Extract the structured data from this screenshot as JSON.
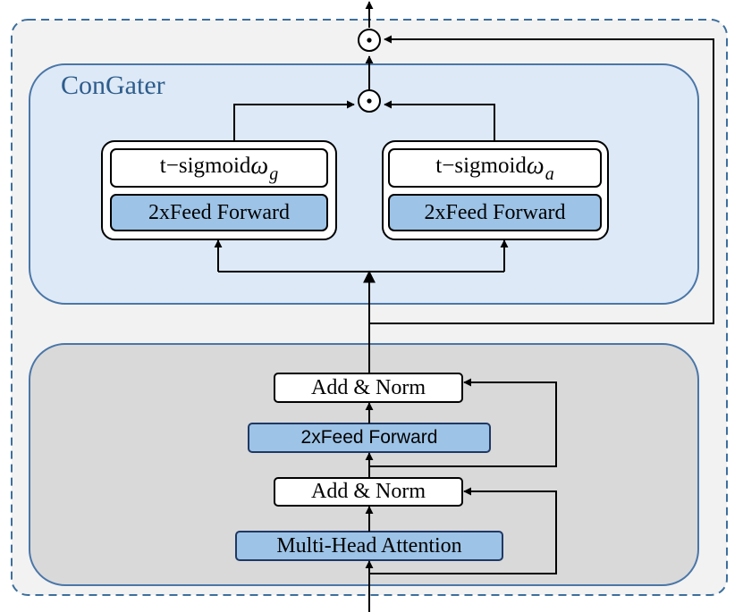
{
  "congater": {
    "title": "ConGater",
    "gate_g": {
      "func": "t−sigmoid",
      "symbol": "ω",
      "subscript": "g",
      "ff_label": "2xFeed Forward"
    },
    "gate_a": {
      "func": "t−sigmoid",
      "symbol": "ω",
      "subscript": "a",
      "ff_label": "2xFeed Forward"
    },
    "product_symbol": "⊙"
  },
  "transformer": {
    "add_norm_top": "Add & Norm",
    "feed_forward": "2xFeed Forward",
    "add_norm_bottom": "Add & Norm",
    "attention": "Multi-Head Attention"
  },
  "output_product_symbol": "⊙",
  "colors": {
    "outer_fill": "#f2f2f2",
    "outer_border": "#3d6f9c",
    "congater_fill": "#dde9f6",
    "congater_border": "#4a76a8",
    "transformer_fill": "#d9d9d9",
    "transformer_border": "#4a76a8",
    "module_fill": "#9dc3e6",
    "module_border": "#1f3864",
    "title_color": "#2e5d8c"
  }
}
